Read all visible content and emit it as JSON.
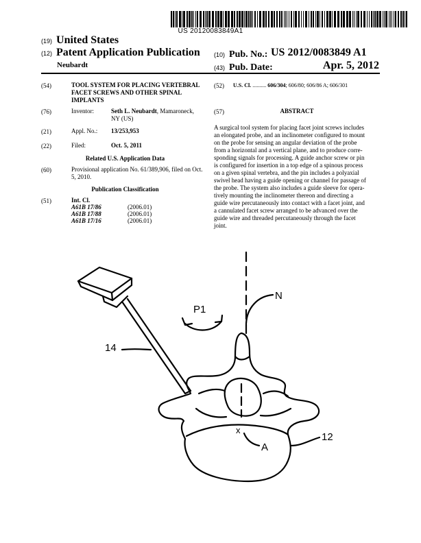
{
  "barcode_text": "US 20120083849A1",
  "header": {
    "country_code": "(19)",
    "country": "United States",
    "doc_type_code": "(12)",
    "doc_type": "Patent Application Publication",
    "author": "Neubardt",
    "pub_no_code": "(10)",
    "pub_no_label": "Pub. No.:",
    "pub_no": "US 2012/0083849 A1",
    "pub_date_code": "(43)",
    "pub_date_label": "Pub. Date:",
    "pub_date": "Apr. 5, 2012"
  },
  "left": {
    "title_code": "(54)",
    "title_line1": "TOOL SYSTEM FOR PLACING VERTEBRAL",
    "title_line2": "FACET SCREWS AND OTHER SPINAL",
    "title_line3": "IMPLANTS",
    "inventor_code": "(76)",
    "inventor_label": "Inventor:",
    "inventor_name": "Seth L. Neubardt",
    "inventor_loc1": ", Mamaroneck,",
    "inventor_loc2": "NY (US)",
    "appl_code": "(21)",
    "appl_label": "Appl. No.:",
    "appl_no": "13/253,953",
    "filed_code": "(22)",
    "filed_label": "Filed:",
    "filed_date": "Oct. 5, 2011",
    "related_heading": "Related U.S. Application Data",
    "prov_code": "(60)",
    "prov_line1": "Provisional application No. 61/389,906, filed on Oct.",
    "prov_line2": "5, 2010.",
    "pubclass_heading": "Publication Classification",
    "intcl_code": "(51)",
    "intcl_label": "Int. Cl.",
    "intcl": [
      {
        "code": "A61B 17/86",
        "date": "(2006.01)"
      },
      {
        "code": "A61B 17/88",
        "date": "(2006.01)"
      },
      {
        "code": "A61B 17/16",
        "date": "(2006.01)"
      }
    ]
  },
  "right": {
    "uscl_code": "(52)",
    "uscl_label": "U.S. Cl.",
    "uscl_dots": " ..........",
    "uscl_main": "606/304",
    "uscl_rest": "; 606/80; 606/86 A; 606/301",
    "abstract_code": "(57)",
    "abstract_heading": "ABSTRACT",
    "abstract_lines": [
      "A surgical tool system for placing facet joint screws includes",
      "an elongated probe, and an inclinometer configured to mount",
      "on the probe for sensing an angular deviation of the probe",
      "from a horizontal and a vertical plane, and to produce corre-",
      "sponding signals for processing. A guide anchor screw or pin",
      "is configured for insertion in a top edge of a spinous process",
      "on a given spinal vertebra, and the pin includes a polyaxial",
      "swivel head having a guide opening or channel for passage of",
      "the probe. The system also includes a guide sleeve for opera-",
      "tively mounting the inclinometer thereon and directing a",
      "guide wire percutaneously into contact with a facet joint, and",
      "a cannulated facet screw arranged to be advanced over the",
      "guide wire and threaded percutaneously through the facet",
      "joint."
    ]
  },
  "figure": {
    "label_p1": "P1",
    "label_n": "N",
    "label_14": "14",
    "label_12": "12",
    "label_x": "x",
    "label_a": "A"
  }
}
